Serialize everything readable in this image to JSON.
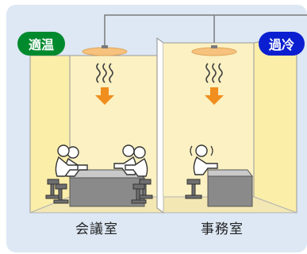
{
  "rooms": [
    {
      "label": "会議室",
      "status": "適温",
      "status_color": "#008a2e"
    },
    {
      "label": "事務室",
      "status": "過冷",
      "status_color": "#0b1fd0"
    }
  ],
  "colors": {
    "panel": "#dde8f4",
    "room_back": "#fbf1c2",
    "lamp": "#f6c27d",
    "arrow": "#f08e1e",
    "furniture": "#7c7c7c"
  },
  "icons": [
    "ceiling-ac-icon",
    "heat-wave-icon",
    "down-arrow-icon",
    "person-icon",
    "table-icon",
    "chair-icon"
  ]
}
